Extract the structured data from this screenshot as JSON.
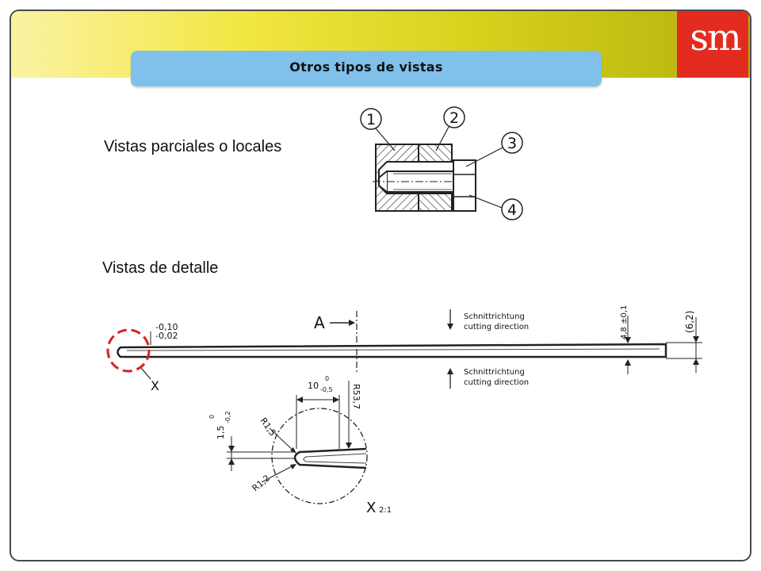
{
  "slide": {
    "title": "Otros tipos de vistas",
    "logo_text": "sm",
    "label_partial": "Vistas parciales o locales",
    "label_detail": "Vistas de detalle"
  },
  "figure_partial": {
    "callouts": [
      "1",
      "2",
      "3",
      "4"
    ]
  },
  "figure_detail": {
    "section_marker": "A",
    "note_top": [
      "Schnittrichtung",
      "cutting direction"
    ],
    "note_bottom": [
      "Schnittrichtung",
      "cutting direction"
    ],
    "tol_upper": "-0,10",
    "tol_lower": "-0,02",
    "dim_thickness": "4,8 ±0,1",
    "dim_ref": "(6,2)",
    "detail_id": "X",
    "detail_view_label": "X",
    "detail_scale": "2:1",
    "dim_length_value": "10",
    "dim_length_tol_upper": "0",
    "dim_length_tol_lower": "-0,5",
    "dim_radius_large": "R53,7",
    "dim_radius_15": "R1,5",
    "dim_radius_12": "R1,2",
    "dim_height_value": "1,5",
    "dim_height_tol_upper": "0",
    "dim_height_tol_lower": "-0,2"
  }
}
